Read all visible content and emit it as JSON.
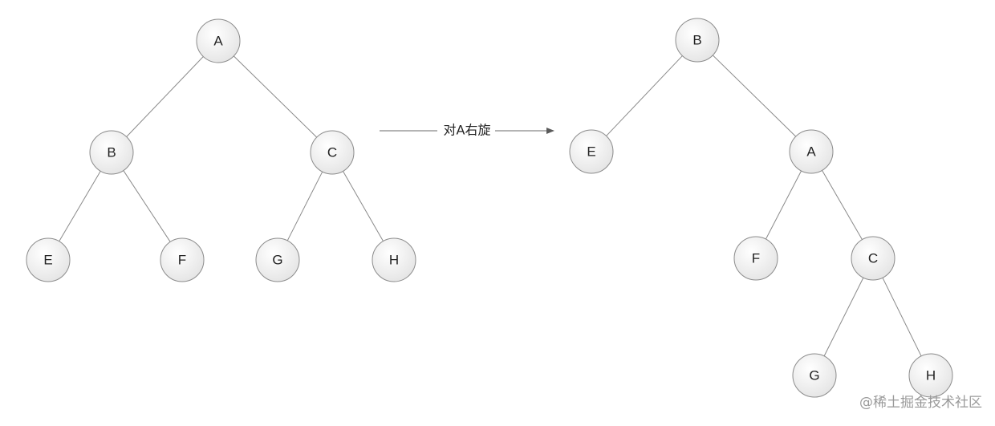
{
  "before_tree": {
    "nodes": [
      {
        "id": "A",
        "label": "A"
      },
      {
        "id": "B",
        "label": "B"
      },
      {
        "id": "C",
        "label": "C"
      },
      {
        "id": "E",
        "label": "E"
      },
      {
        "id": "F",
        "label": "F"
      },
      {
        "id": "G",
        "label": "G"
      },
      {
        "id": "H",
        "label": "H"
      }
    ],
    "edges": [
      [
        "A",
        "B"
      ],
      [
        "A",
        "C"
      ],
      [
        "B",
        "E"
      ],
      [
        "B",
        "F"
      ],
      [
        "C",
        "G"
      ],
      [
        "C",
        "H"
      ]
    ]
  },
  "after_tree": {
    "nodes": [
      {
        "id": "B",
        "label": "B"
      },
      {
        "id": "E",
        "label": "E"
      },
      {
        "id": "A",
        "label": "A"
      },
      {
        "id": "F",
        "label": "F"
      },
      {
        "id": "C",
        "label": "C"
      },
      {
        "id": "G",
        "label": "G"
      },
      {
        "id": "H",
        "label": "H"
      }
    ],
    "edges": [
      [
        "B",
        "E"
      ],
      [
        "B",
        "A"
      ],
      [
        "A",
        "F"
      ],
      [
        "A",
        "C"
      ],
      [
        "C",
        "G"
      ],
      [
        "C",
        "H"
      ]
    ]
  },
  "transition": {
    "label": "对A右旋"
  },
  "watermark": "@稀土掘金技术社区",
  "colors": {
    "node_fill_light": "#ffffff",
    "node_fill_dark": "#e6e6e6",
    "node_stroke": "#8c8c8c",
    "edge": "#8a8a8a",
    "text": "#222222",
    "watermark": "#9a9a9a"
  }
}
